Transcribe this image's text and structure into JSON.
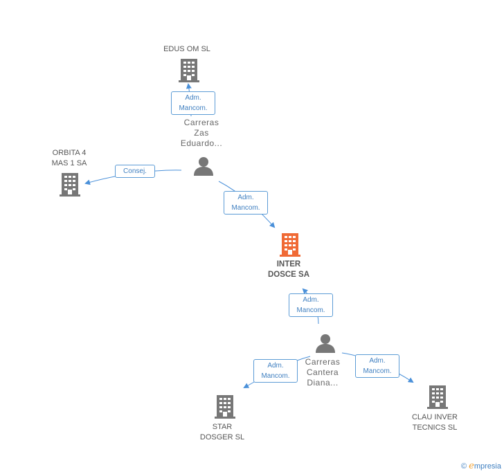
{
  "nodes": {
    "edus": {
      "label_lines": [
        "EDUS OM SL"
      ]
    },
    "orbita": {
      "label_lines": [
        "ORBITA 4",
        "MAS 1 SA"
      ]
    },
    "carreras_zas": {
      "label_lines": [
        "Carreras",
        "Zas",
        "Eduardo..."
      ]
    },
    "inter_dosce": {
      "label_lines": [
        "INTER",
        "DOSCE SA"
      ]
    },
    "carreras_cantera": {
      "label_lines": [
        "Carreras",
        "Cantera",
        "Diana..."
      ]
    },
    "star": {
      "label_lines": [
        "STAR",
        "DOSGER SL"
      ]
    },
    "clau": {
      "label_lines": [
        "CLAU INVER",
        "TECNICS SL"
      ]
    }
  },
  "badges": {
    "edus_rel": [
      "Adm.",
      "Mancom."
    ],
    "orbita_rel": [
      "Consej."
    ],
    "inter_rel_top": [
      "Adm.",
      "Mancom."
    ],
    "inter_rel_bottom": [
      "Adm.",
      "Mancom."
    ],
    "star_rel": [
      "Adm.",
      "Mancom."
    ],
    "clau_rel": [
      "Adm.",
      "Mancom."
    ]
  },
  "colors": {
    "company": "#777777",
    "focus_company": "#f06a35",
    "person": "#777777",
    "link": "#4a90d9"
  },
  "footer": {
    "copyright": "©",
    "brand_initial": "e",
    "brand_rest": "mpresia"
  }
}
